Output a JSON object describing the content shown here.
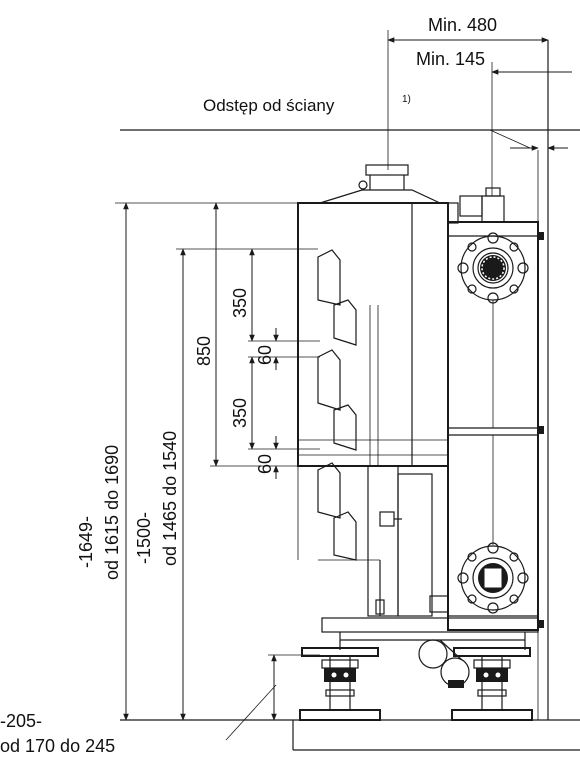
{
  "labels": {
    "min_480": "Min. 480",
    "min_145": "Min. 145",
    "wall_distance": "Odstęp od ściany",
    "wall_distance_note": "1)",
    "dim_850": "850",
    "dim_350_top": "350",
    "dim_60_top": "60",
    "dim_350_bottom": "350",
    "dim_60_bottom": "60",
    "height_1649": "-1649-",
    "height_1649_range": "od 1615 do 1690",
    "height_1500": "-1500-",
    "height_1500_range": "od 1465 do 1540",
    "foot_205": "-205-",
    "foot_205_range": "od 170 do 245"
  },
  "colors": {
    "line": "#1a1a1a",
    "background": "#ffffff"
  }
}
